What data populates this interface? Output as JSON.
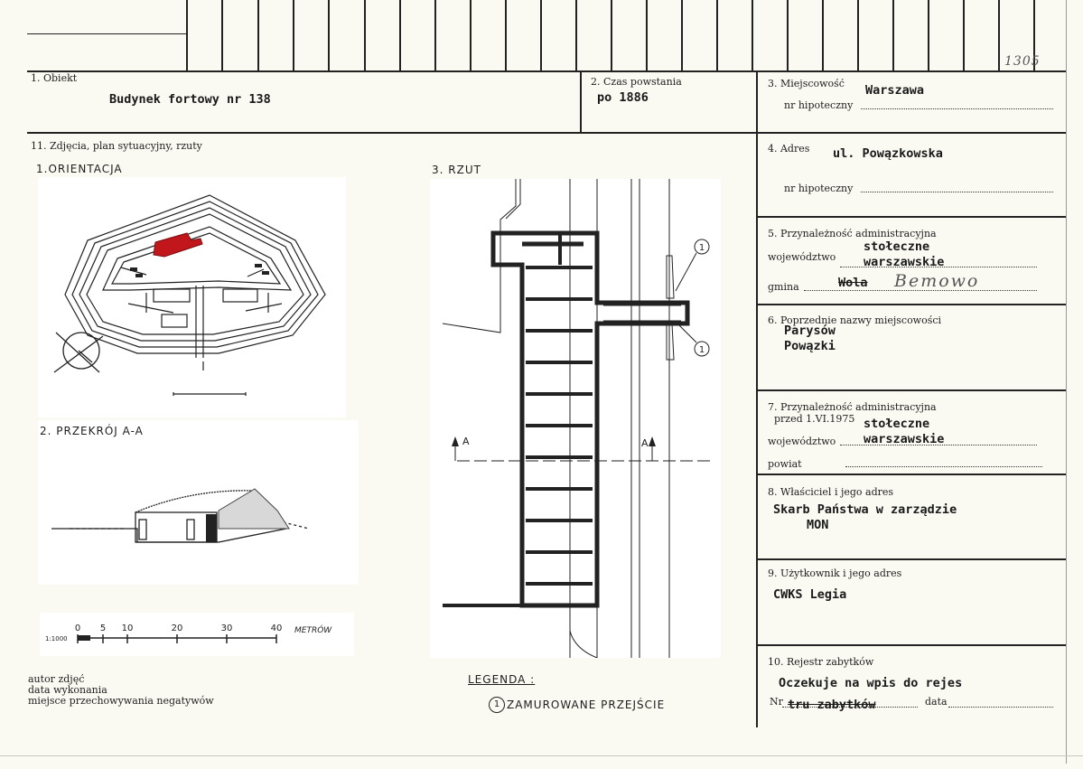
{
  "stamp": "1305",
  "field1": {
    "label": "1. Obiekt",
    "value": "Budynek fortowy nr 138"
  },
  "field2": {
    "label": "2. Czas powstania",
    "value": "po 1886"
  },
  "field3": {
    "label": "3. Miejscowość",
    "value": "Warszawa",
    "sub_label": "nr hipoteczny"
  },
  "field4": {
    "label": "4. Adres",
    "value": "ul. Powązkowska",
    "sub_label": "nr hipoteczny"
  },
  "field5": {
    "label": "5. Przynależność administracyjna",
    "woj_label": "województwo",
    "woj_line1": "stołeczne",
    "woj_line2": "warszawskie",
    "gmina_label": "gmina",
    "gmina_value": "Wola",
    "gmina_handwritten": "Bemowo"
  },
  "field6": {
    "label": "6. Poprzednie nazwy miejscowości",
    "line1": "Parysów",
    "line2": "Powązki"
  },
  "field7": {
    "label": "7. Przynależność administracyjna",
    "label2": "przed 1.VI.1975",
    "woj_label": "województwo",
    "woj_line1": "stołeczne",
    "woj_line2": "warszawskie",
    "powiat_label": "powiat"
  },
  "field8": {
    "label": "8. Właściciel i jego adres",
    "line1": "Skarb Państwa w zarządzie",
    "line2": "MON"
  },
  "field9": {
    "label": "9. Użytkownik i jego adres",
    "value": "CWKS Legia"
  },
  "field10": {
    "label": "10. Rejestr zabytków",
    "line1": "Oczekuje na wpis do rejes",
    "line2": "tru zabytków",
    "nr_label": "Nr",
    "data_label": "data"
  },
  "field11": {
    "label": "11. Zdjęcia, plan sytuacyjny, rzuty"
  },
  "drawing": {
    "orient_title": "1.ORIENTACJA",
    "section_title": "2. PRZEKRÓJ  A-A",
    "plan_title": "3. RZUT",
    "marker_a_left": "A",
    "marker_a_right": "A",
    "callout_top": "1",
    "callout_bottom": "1",
    "scale_unit": "METRÓW",
    "scale_ratio": "1:1000",
    "scale_ticks": [
      "0",
      "5",
      "10",
      "20",
      "30",
      "40"
    ],
    "legend_title": "LEGENDA :",
    "legend_num": "1",
    "legend_text": "ZAMUROWANE PRZEJŚCIE"
  },
  "footer": {
    "line1": "autor zdjęć",
    "line2": "data wykonania",
    "line3": "miejsce przechowywania negatywów"
  },
  "colors": {
    "highlight": "#c0161c",
    "ink": "#1e1e1e",
    "paper": "#faf9f2"
  }
}
